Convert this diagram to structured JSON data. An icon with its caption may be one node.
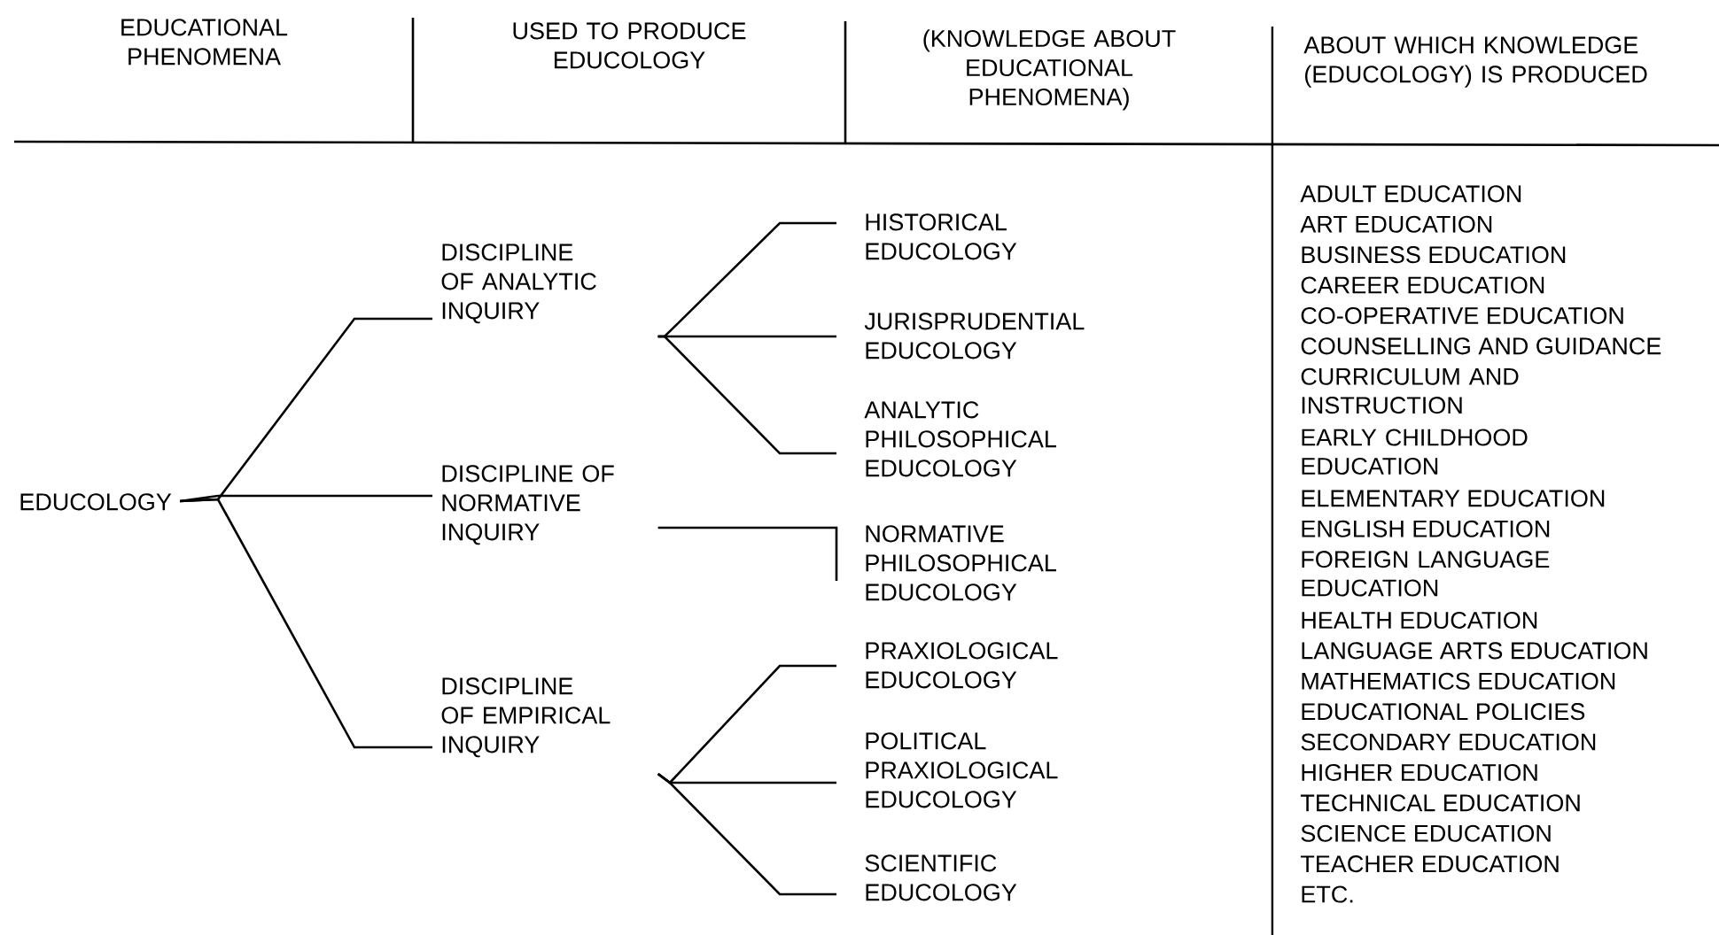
{
  "diagram": {
    "nodes": [
      {
        "text": [
          "EDUCOLOGY"
        ]
      },
      {
        "text": [
          "DISCIPLINE OF ANALYTIC INQUIRY"
        ]
      },
      {
        "text": [
          "DISCIPLINE OF NORMATIVE INQUIRY"
        ]
      },
      {
        "text": [
          "DISCIPLINE OF EMPIRICAL INQUIRY"
        ]
      },
      {
        "text": [
          "HISTORICAL EDUCOLOGY"
        ]
      },
      {
        "text": [
          "JURISPRUDENTIAL EDUCOLOGY"
        ]
      },
      {
        "text": [
          "ANALYTIC PHILOSOPHICAL EDUCOLOGY"
        ]
      },
      {
        "text": [
          "NORMATIVE PHILOSOPHICAL EDUCOLOGY"
        ]
      },
      {
        "text": [
          "PRAXIOLOGICAL EDUCOLOGY"
        ]
      },
      {
        "text": [
          "POLITICAL PRAXIOLOGICAL EDUCOLOGY"
        ]
      },
      {
        "text": [
          "SCIENTIFIC EDUCOLOGY"
        ]
      }
    ],
    "edges": [
      {
        "from": 0,
        "to": 1,
        "arrow": "none"
      },
      {
        "from": 0,
        "to": 2,
        "arrow": "none"
      },
      {
        "from": 0,
        "to": 3,
        "arrow": "none"
      },
      {
        "from": 1,
        "to": 4,
        "arrow": "none"
      },
      {
        "from": 1,
        "to": 5,
        "arrow": "none"
      },
      {
        "from": 1,
        "to": 6,
        "arrow": "none"
      },
      {
        "from": 2,
        "to": 7,
        "arrow": "none"
      },
      {
        "from": 3,
        "to": 8,
        "arrow": "none"
      },
      {
        "from": 3,
        "to": 9,
        "arrow": "none"
      },
      {
        "from": 3,
        "to": 10,
        "arrow": "none"
      }
    ],
    "labels": [
      "EDUCATIONAL PHENOMENA",
      "USED TO PRODUCE EDUCOLOGY",
      "(KNOWLEDGE ABOUT EDUCATIONAL PHENOMENA)",
      "ABOUT WHICH KNOWLEDGE (EDUCOLOGY) IS PRODUCED",
      "ADULT EDUCATION",
      "ART EDUCATION",
      "BUSINESS EDUCATION",
      "CAREER EDUCATION",
      "CO-OPERATIVE EDUCATION",
      "COUNSELLING AND GUIDANCE",
      "CURRICULUM AND INSTRUCTION",
      "EARLY CHILDHOOD EDUCATION",
      "ELEMENTARY EDUCATION",
      "ENGLISH EDUCATION",
      "FOREIGN LANGUAGE EDUCATION",
      "HEALTH EDUCATION",
      "LANGUAGE ARTS EDUCATION",
      "MATHEMATICS EDUCATION",
      "EDUCATIONAL POLICIES",
      "SECONDARY EDUCATION",
      "HIGHER EDUCATION",
      "TECHNICAL EDUCATION",
      "SCIENCE EDUCATION",
      "TEACHER EDUCATION",
      "ETC."
    ]
  }
}
